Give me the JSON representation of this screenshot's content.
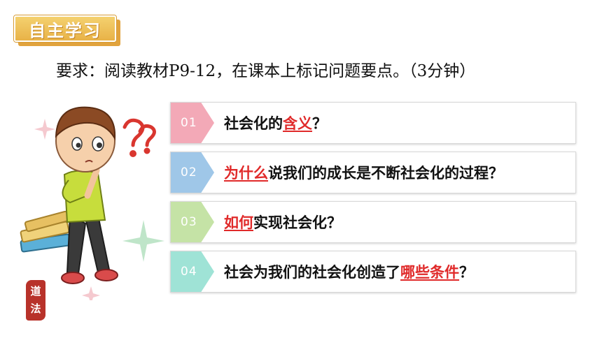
{
  "header": {
    "tag_label": "自主学习"
  },
  "requirement": {
    "text": "要求：阅读教材P9-12，在课本上标记问题要点。（3分钟）"
  },
  "questions": [
    {
      "number": "01",
      "color": "#f3a9b7",
      "parts": [
        {
          "text": "社会化的"
        },
        {
          "text": "含义",
          "highlight": true
        },
        {
          "text": "？"
        }
      ]
    },
    {
      "number": "02",
      "color": "#9fc7e8",
      "parts": [
        {
          "text": "为什么",
          "highlight": true
        },
        {
          "text": "说我们的成长是不断社会化的过程？"
        }
      ]
    },
    {
      "number": "03",
      "color": "#c5e3a6",
      "parts": [
        {
          "text": "如何",
          "highlight": true
        },
        {
          "text": "实现社会化？"
        }
      ]
    },
    {
      "number": "04",
      "color": "#9fe3d6",
      "parts": [
        {
          "text": "社会为我们的社会化创造了"
        },
        {
          "text": "哪些条件",
          "highlight": true
        },
        {
          "text": "？"
        }
      ]
    }
  ],
  "seal": {
    "chars": [
      "道",
      "法"
    ]
  },
  "colors": {
    "tag": "#e8b247",
    "highlight": "#e02a2a",
    "seal": "#b8322a"
  },
  "illustration": {
    "subject": "thinking-boy-icon"
  }
}
